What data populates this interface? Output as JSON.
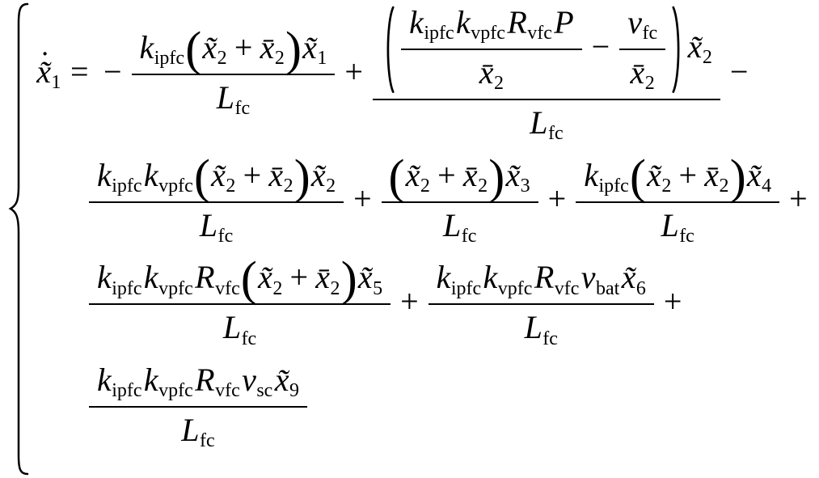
{
  "page": {
    "background": "#ffffff",
    "ink": "#000000"
  },
  "equation": {
    "brace": "{",
    "linear": "x̃̇₁ = − k_ipfc(x̃₂+x̄₂)x̃₁/L_fc + ((k_ipfc k_vpfc R_vfc P/x̄₂ − v_fc/x̄₂)x̃₂)/L_fc − k_ipfc k_vpfc(x̃₂+x̄₂)x̃₂/L_fc + (x̃₂+x̄₂)x̃₃/L_fc + k_ipfc(x̃₂+x̄₂)x̃₄/L_fc + k_ipfc k_vpfc R_vfc(x̃₂+x̄₂)x̃₅/L_fc + k_ipfc k_vpfc R_vfc v_bat x̃₆/L_fc + k_ipfc k_vpfc R_vfc v_sc x̃₉/L_fc",
    "lines": [
      {
        "indent": false,
        "tokens": [
          {
            "k": "v",
            "b": "x̃",
            "s": "1",
            "dot": true
          },
          {
            "k": "r",
            "x": "="
          },
          {
            "k": "o",
            "x": "−"
          },
          {
            "k": "f",
            "n": [
              {
                "k": "v",
                "b": "k",
                "s": "ipfc"
              },
              {
                "k": "lp"
              },
              {
                "k": "v",
                "b": "x̃",
                "s": "2"
              },
              {
                "k": "o",
                "x": "+"
              },
              {
                "k": "v",
                "b": "x̄",
                "s": "2"
              },
              {
                "k": "rp"
              },
              {
                "k": "v",
                "b": "x̃",
                "s": "1"
              }
            ],
            "d": [
              {
                "k": "v",
                "b": "L",
                "s": "fc"
              }
            ]
          },
          {
            "k": "o",
            "x": "+"
          },
          {
            "k": "f",
            "n": [
              {
                "k": "pg",
                "c": [
                  {
                    "k": "f",
                    "n": [
                      {
                        "k": "v",
                        "b": "k",
                        "s": "ipfc"
                      },
                      {
                        "k": "v",
                        "b": "k",
                        "s": "vpfc"
                      },
                      {
                        "k": "v",
                        "b": "R",
                        "s": "vfc"
                      },
                      {
                        "k": "v",
                        "b": "P"
                      }
                    ],
                    "d": [
                      {
                        "k": "v",
                        "b": "x̄",
                        "s": "2"
                      }
                    ]
                  },
                  {
                    "k": "o",
                    "x": "−"
                  },
                  {
                    "k": "f",
                    "n": [
                      {
                        "k": "v",
                        "b": "v",
                        "s": "fc"
                      }
                    ],
                    "d": [
                      {
                        "k": "v",
                        "b": "x̄",
                        "s": "2"
                      }
                    ]
                  }
                ]
              },
              {
                "k": "v",
                "b": "x̃",
                "s": "2"
              }
            ],
            "d": [
              {
                "k": "v",
                "b": "L",
                "s": "fc"
              }
            ]
          },
          {
            "k": "o",
            "x": "−"
          }
        ]
      },
      {
        "indent": true,
        "tokens": [
          {
            "k": "f",
            "n": [
              {
                "k": "v",
                "b": "k",
                "s": "ipfc"
              },
              {
                "k": "v",
                "b": "k",
                "s": "vpfc"
              },
              {
                "k": "lp"
              },
              {
                "k": "v",
                "b": "x̃",
                "s": "2"
              },
              {
                "k": "o",
                "x": "+"
              },
              {
                "k": "v",
                "b": "x̄",
                "s": "2"
              },
              {
                "k": "rp"
              },
              {
                "k": "v",
                "b": "x̃",
                "s": "2"
              }
            ],
            "d": [
              {
                "k": "v",
                "b": "L",
                "s": "fc"
              }
            ]
          },
          {
            "k": "o",
            "x": "+"
          },
          {
            "k": "f",
            "n": [
              {
                "k": "lp"
              },
              {
                "k": "v",
                "b": "x̃",
                "s": "2"
              },
              {
                "k": "o",
                "x": "+"
              },
              {
                "k": "v",
                "b": "x̄",
                "s": "2"
              },
              {
                "k": "rp"
              },
              {
                "k": "v",
                "b": "x̃",
                "s": "3"
              }
            ],
            "d": [
              {
                "k": "v",
                "b": "L",
                "s": "fc"
              }
            ]
          },
          {
            "k": "o",
            "x": "+"
          },
          {
            "k": "f",
            "n": [
              {
                "k": "v",
                "b": "k",
                "s": "ipfc"
              },
              {
                "k": "lp"
              },
              {
                "k": "v",
                "b": "x̃",
                "s": "2"
              },
              {
                "k": "o",
                "x": "+"
              },
              {
                "k": "v",
                "b": "x̄",
                "s": "2"
              },
              {
                "k": "rp"
              },
              {
                "k": "v",
                "b": "x̃",
                "s": "4"
              }
            ],
            "d": [
              {
                "k": "v",
                "b": "L",
                "s": "fc"
              }
            ]
          },
          {
            "k": "o",
            "x": "+"
          }
        ]
      },
      {
        "indent": true,
        "tokens": [
          {
            "k": "f",
            "n": [
              {
                "k": "v",
                "b": "k",
                "s": "ipfc"
              },
              {
                "k": "v",
                "b": "k",
                "s": "vpfc"
              },
              {
                "k": "v",
                "b": "R",
                "s": "vfc"
              },
              {
                "k": "lp"
              },
              {
                "k": "v",
                "b": "x̃",
                "s": "2"
              },
              {
                "k": "o",
                "x": "+"
              },
              {
                "k": "v",
                "b": "x̄",
                "s": "2"
              },
              {
                "k": "rp"
              },
              {
                "k": "v",
                "b": "x̃",
                "s": "5"
              }
            ],
            "d": [
              {
                "k": "v",
                "b": "L",
                "s": "fc"
              }
            ]
          },
          {
            "k": "o",
            "x": "+"
          },
          {
            "k": "f",
            "n": [
              {
                "k": "v",
                "b": "k",
                "s": "ipfc"
              },
              {
                "k": "v",
                "b": "k",
                "s": "vpfc"
              },
              {
                "k": "v",
                "b": "R",
                "s": "vfc"
              },
              {
                "k": "v",
                "b": "v",
                "s": "bat"
              },
              {
                "k": "v",
                "b": "x̃",
                "s": "6"
              }
            ],
            "d": [
              {
                "k": "v",
                "b": "L",
                "s": "fc"
              }
            ]
          },
          {
            "k": "o",
            "x": "+"
          }
        ]
      },
      {
        "indent": true,
        "tokens": [
          {
            "k": "f",
            "n": [
              {
                "k": "v",
                "b": "k",
                "s": "ipfc"
              },
              {
                "k": "v",
                "b": "k",
                "s": "vpfc"
              },
              {
                "k": "v",
                "b": "R",
                "s": "vfc"
              },
              {
                "k": "v",
                "b": "v",
                "s": "sc"
              },
              {
                "k": "v",
                "b": "x̃",
                "s": "9"
              }
            ],
            "d": [
              {
                "k": "v",
                "b": "L",
                "s": "fc"
              }
            ]
          }
        ]
      }
    ]
  }
}
